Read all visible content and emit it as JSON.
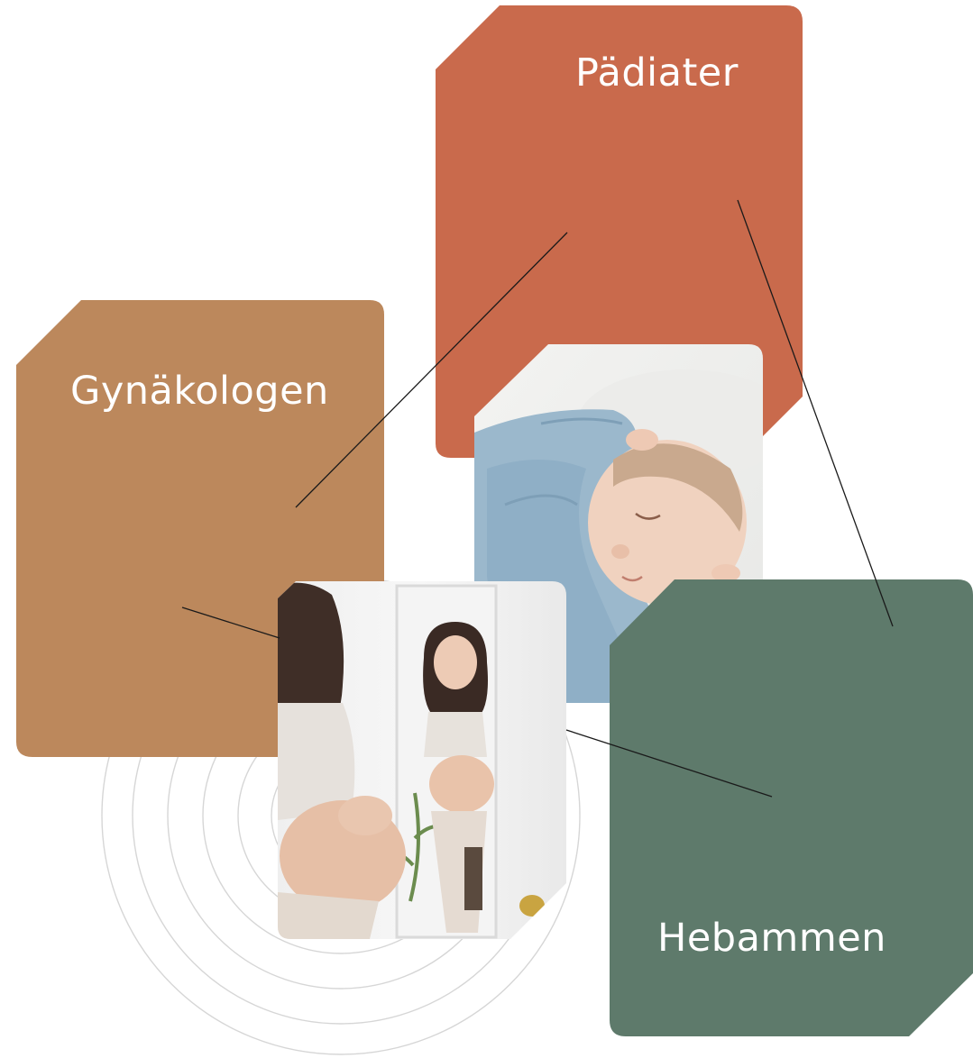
{
  "cards": [
    {
      "id": "paediater",
      "label": "Pädiater",
      "color": "#C96A4C"
    },
    {
      "id": "gynaekologen",
      "label": "Gynäkologen",
      "color": "#BC885C"
    },
    {
      "id": "hebammen",
      "label": "Hebammen",
      "color": "#5E7A6B"
    }
  ],
  "photos": [
    {
      "id": "sleeping-baby",
      "icon": "sleeping-baby-photo"
    },
    {
      "id": "pregnant-woman-mirror",
      "icon": "pregnant-woman-photo"
    }
  ],
  "decoration": {
    "concentric_rings_color": "#D4D4D4",
    "connector_line_color": "#1A1A1A"
  }
}
